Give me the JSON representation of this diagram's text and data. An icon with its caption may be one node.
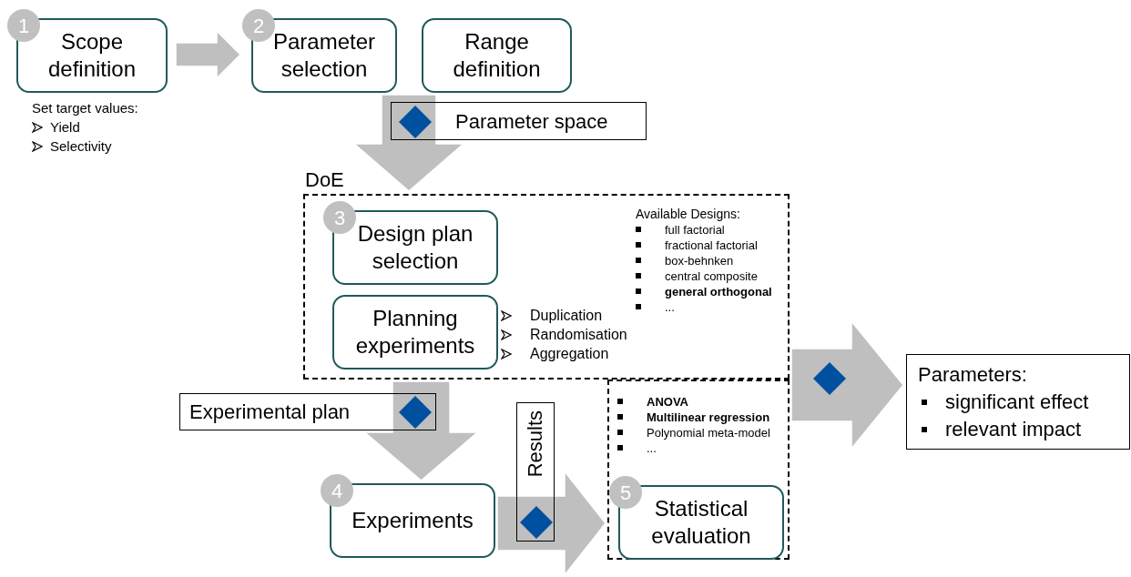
{
  "diagram": {
    "nodes": [
      {
        "text": [
          "1",
          "Scope definition"
        ],
        "beside": [
          "Set target values:",
          "Yield",
          "Selectivity"
        ]
      },
      {
        "text": [
          "2",
          "Parameter selection"
        ]
      },
      {
        "text": [
          "Range definition"
        ]
      },
      {
        "text": [
          "Parameter space"
        ]
      },
      {
        "text": [
          "DoE"
        ]
      },
      {
        "text": [
          "3",
          "Design plan selection"
        ],
        "in": 4
      },
      {
        "text": [
          "Planning experiments"
        ],
        "in": 4,
        "beside": [
          "Duplication",
          "Randomisation",
          "Aggregation"
        ]
      },
      {
        "text": [
          "Experimental plan"
        ]
      },
      {
        "text": [
          "4",
          "Experiments"
        ]
      },
      {
        "text": [
          "Results"
        ]
      },
      {
        "text": [],
        "shape": "box"
      },
      {
        "text": [
          "5",
          "Statistical evaluation"
        ],
        "in": 10
      },
      {
        "text": [
          "Parameters:",
          "significant effect",
          "relevant impact"
        ]
      }
    ],
    "edges": [
      {
        "from": 0,
        "to": 1,
        "arrow": "to"
      },
      {
        "from": 1,
        "to": 4,
        "arrow": "to"
      },
      {
        "from": 2,
        "to": 4,
        "arrow": "to"
      },
      {
        "from": 4,
        "to": 8,
        "arrow": "to"
      },
      {
        "from": 8,
        "to": 10,
        "arrow": "to"
      },
      {
        "from": 10,
        "to": 12,
        "arrow": "to"
      }
    ],
    "labels": [
      "Available Designs:",
      "full factorial",
      "fractional factorial",
      "box-behnken",
      "central composite",
      "**general orthogonal**",
      "...",
      "**ANOVA**",
      "**Multilinear regression**",
      "Polynomial meta-model",
      "..."
    ]
  }
}
